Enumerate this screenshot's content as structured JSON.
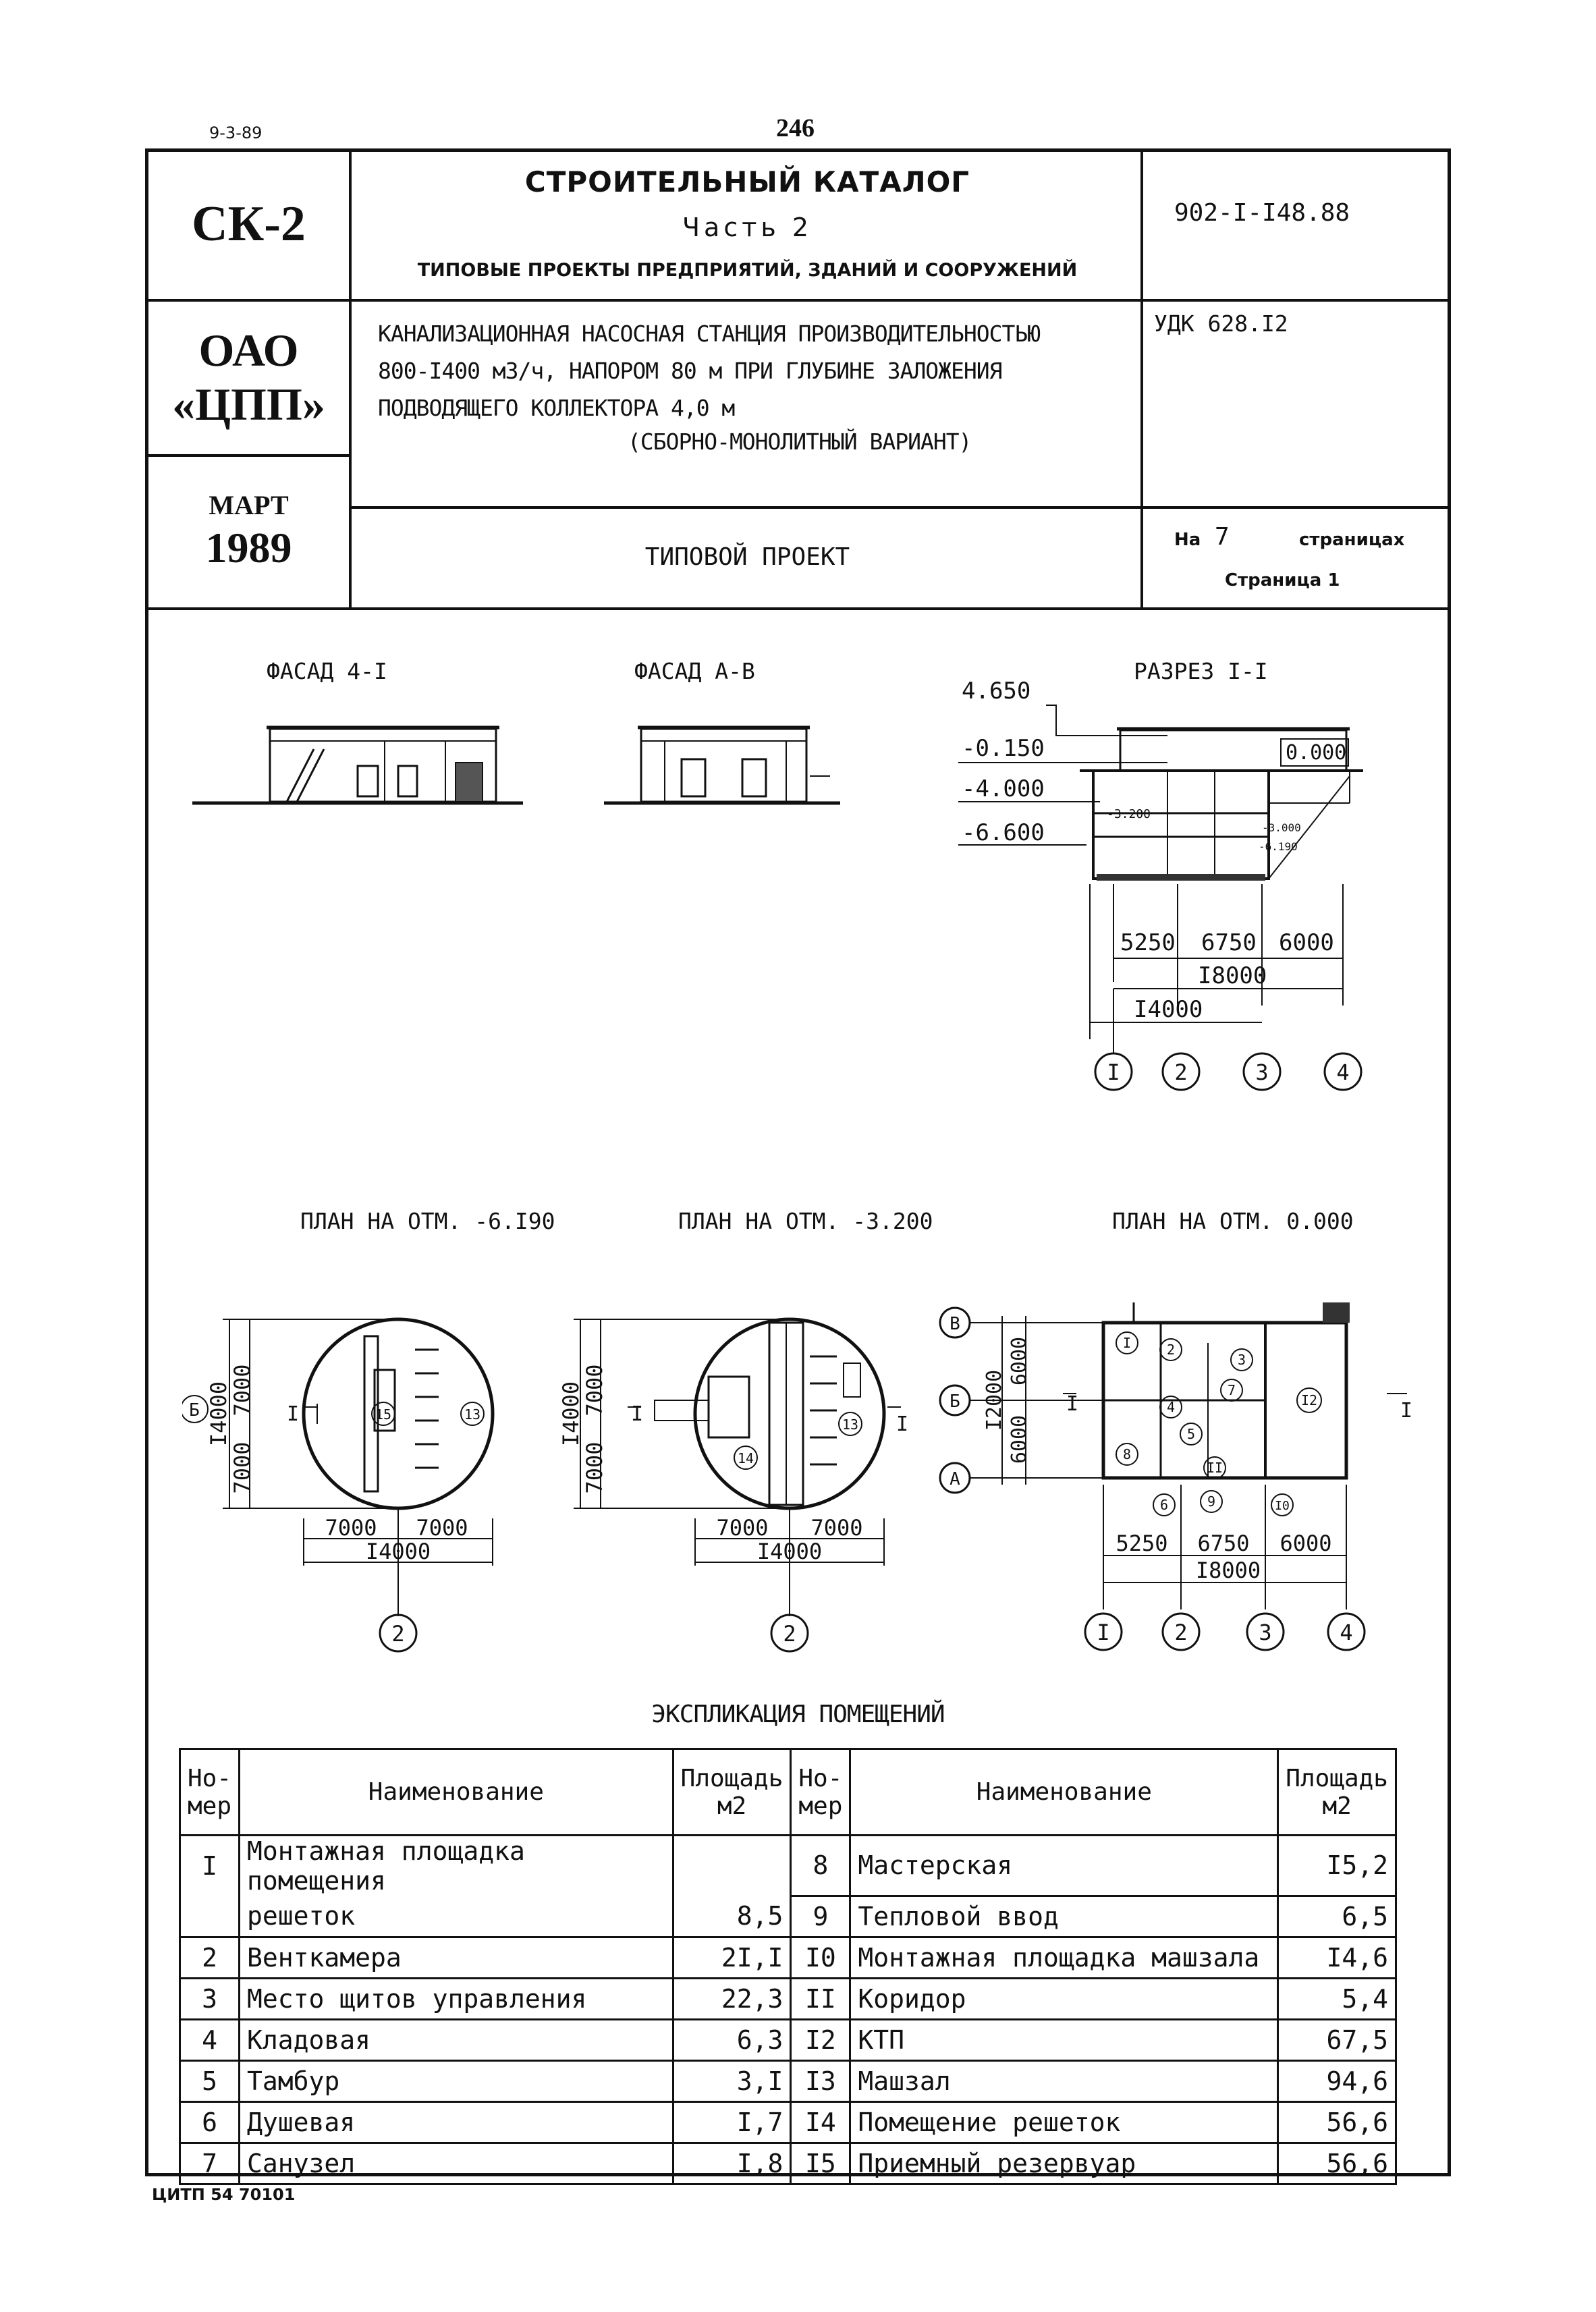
{
  "top_left_code": "9-3-89",
  "page_number": "246",
  "header": {
    "series": "СК-2",
    "catalog_title": "СТРОИТЕЛЬНЫЙ КАТАЛОГ",
    "part": "Часть 2",
    "subtitle": "ТИПОВЫЕ ПРОЕКТЫ ПРЕДПРИЯТИЙ, ЗДАНИЙ И СООРУЖЕНИЙ",
    "project_code": "902-I-I48.88",
    "org_line1": "ОАО",
    "org_line2": "«ЦПП»",
    "project_title_lines": [
      "КАНАЛИЗАЦИОННАЯ НАСОСНАЯ СТАНЦИЯ ПРОИЗВОДИТЕЛЬНОСТЬЮ",
      "800-I400 м3/ч, НАПОРОМ 80 м ПРИ ГЛУБИНЕ ЗАЛОЖЕНИЯ",
      "ПОДВОДЯЩЕГО КОЛЛЕКТОРА 4,0 м",
      "(СБОРНО-МОНОЛИТНЫЙ ВАРИАНТ)"
    ],
    "udk": "УДК 628.I2",
    "month": "МАРТ",
    "year": "1989",
    "doc_type": "ТИПОВОЙ ПРОЕКТ",
    "pages_prefix": "На",
    "pages_count": "7",
    "pages_suffix": "страницах",
    "page_label": "Страница 1"
  },
  "drawings": {
    "facade1_title": "ФАСАД 4-I",
    "facade2_title": "ФАСАД А-В",
    "section_title": "РАЗРЕЗ I-I",
    "section_levels": [
      "4.650",
      "-0.150",
      "-4.000",
      "-6.600",
      "0.000",
      "-3.200",
      "-3.000",
      "-6.190"
    ],
    "section_dims": [
      "5250",
      "6750",
      "6000",
      "I8000",
      "I4000"
    ],
    "section_axes": [
      "I",
      "2",
      "3",
      "4"
    ],
    "plan1_title": "ПЛАН НА ОТМ. -6.I90",
    "plan2_title": "ПЛАН НА ОТМ. -3.200",
    "plan3_title": "ПЛАН НА ОТМ. 0.000",
    "plan1_dims": [
      "7000",
      "7000",
      "I4000",
      "7000",
      "7000",
      "I4000"
    ],
    "plan2_dims": [
      "7000",
      "7000",
      "I4000",
      "7000",
      "7000",
      "I4000"
    ],
    "plan3_dims": [
      "5250",
      "6750",
      "6000",
      "I8000",
      "6000",
      "6000",
      "I2000"
    ],
    "plan_axis_letters": [
      "Б",
      "В",
      "А"
    ],
    "plan_section_mark": "I",
    "plan_room_numbers": [
      "15",
      "13",
      "14",
      "13",
      "I",
      "2",
      "3",
      "4",
      "5",
      "7",
      "8",
      "6",
      "9",
      "II",
      "I0",
      "I2"
    ],
    "plan_axis_numbers": [
      "2",
      "2",
      "I",
      "2",
      "3",
      "4"
    ]
  },
  "explication": {
    "title": "ЭКСПЛИКАЦИЯ ПОМЕЩЕНИЙ",
    "headers": {
      "number": "Но-мер",
      "name": "Наименование",
      "area": "Площадь м2"
    },
    "left": [
      {
        "num": "I",
        "name": "Монтажная площадка помещения",
        "area": ""
      },
      {
        "num": "",
        "name": "решеток",
        "area": "8,5"
      },
      {
        "num": "2",
        "name": "Венткамера",
        "area": "2I,I"
      },
      {
        "num": "3",
        "name": "Место щитов управления",
        "area": "22,3"
      },
      {
        "num": "4",
        "name": "Кладовая",
        "area": "6,3"
      },
      {
        "num": "5",
        "name": "Тамбур",
        "area": "3,I"
      },
      {
        "num": "6",
        "name": "Душевая",
        "area": "I,7"
      },
      {
        "num": "7",
        "name": "Санузел",
        "area": "I,8"
      }
    ],
    "right": [
      {
        "num": "8",
        "name": "Мастерская",
        "area": "I5,2"
      },
      {
        "num": "9",
        "name": "Тепловой ввод",
        "area": "6,5"
      },
      {
        "num": "I0",
        "name": "Монтажная площадка машзала",
        "area": "I4,6"
      },
      {
        "num": "II",
        "name": "Коридор",
        "area": "5,4"
      },
      {
        "num": "I2",
        "name": "КТП",
        "area": "67,5"
      },
      {
        "num": "I3",
        "name": "Машзал",
        "area": "94,6"
      },
      {
        "num": "I4",
        "name": "Помещение решеток",
        "area": "56,6"
      },
      {
        "num": "I5",
        "name": "Приемный резервуар",
        "area": "56,6"
      }
    ]
  },
  "footer_code": "ЦИТП 54 70101"
}
